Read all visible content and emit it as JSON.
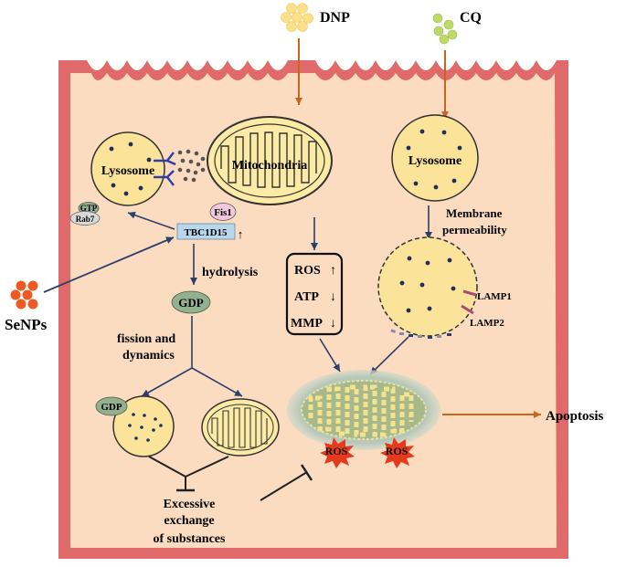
{
  "labels": {
    "dnp": "DNP",
    "cq": "CQ",
    "senps": "SeNPs",
    "lysosome_left": "Lysosome",
    "mitochondria": "Mitochondria",
    "lysosome_right": "Lysosome",
    "gtp": "GTP",
    "rab7": "Rab7",
    "fis1": "Fis1",
    "tbc1d15": "TBC1D15",
    "tbc_arrow": "↑",
    "hydrolysis": "hydrolysis",
    "gdp_top": "GDP",
    "fission_line1": "fission and",
    "fission_line2": "dynamics",
    "gdp_lower": "GDP",
    "ros_row": "ROS",
    "ros_arrow": "↑",
    "atp_row": "ATP",
    "atp_arrow": "↓",
    "mmp_row": "MMP",
    "mmp_arrow": "↓",
    "membrane_line1": "Membrane",
    "membrane_line2": "permeability",
    "lamp1": "LAMP1",
    "lamp2": "LAMP2",
    "ros_burst_1": "ROS",
    "ros_burst_2": "ROS",
    "apoptosis": "Apoptosis",
    "excessive_line1": "Excessive",
    "excessive_line2": "exchange",
    "excessive_line3": "of substances"
  },
  "colors": {
    "cell_fill": "#fbdcc0",
    "cell_border": "#e06a6a",
    "lysosome_fill": "#fbe39a",
    "mito_fill": "#fdeaa4",
    "arrow_orange": "#c8651e",
    "arrow_navy": "#2b3f6b",
    "dnp_particle": "#fbe089",
    "cq_particle": "#bfd86a",
    "senp_particle": "#ee5a24",
    "tbc_box": "#b6d7ec",
    "gdp_oval": "#93b08f",
    "ros_burst": "#e53b1c"
  }
}
